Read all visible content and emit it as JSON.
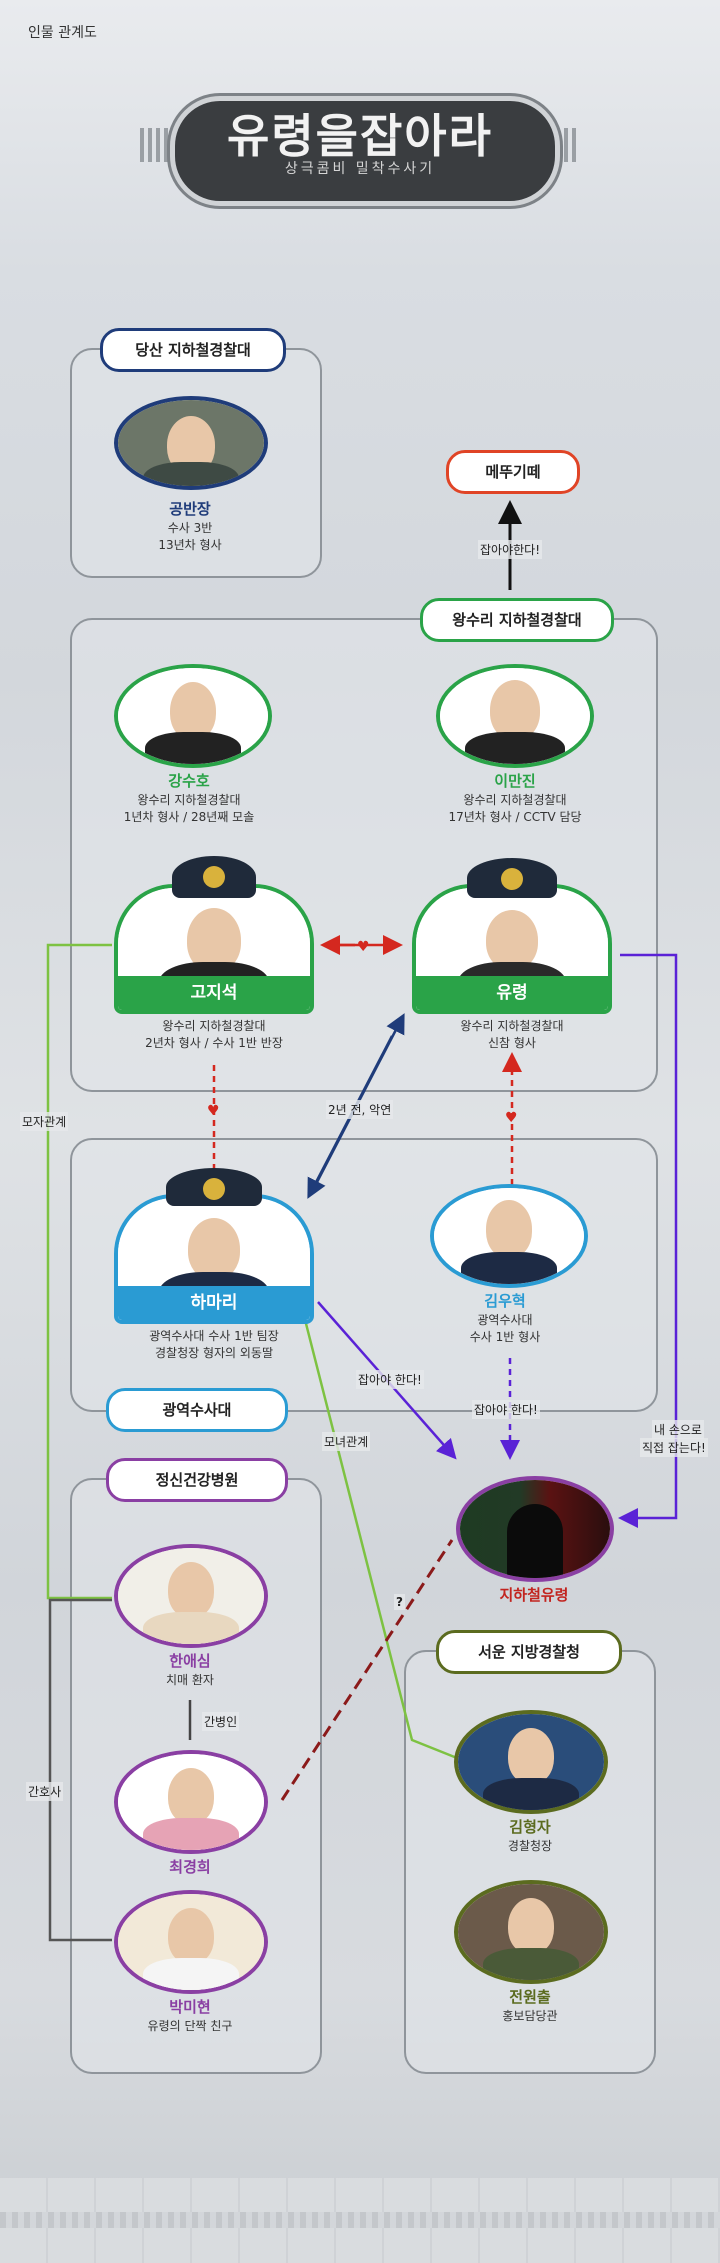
{
  "page_label": "인물 관계도",
  "title": {
    "main": "유령을잡아라",
    "sub": "상극콤비 밀착수사기"
  },
  "groups": {
    "dangsan": "당산 지하철경찰대",
    "wangsuri": "왕수리 지하철경찰대",
    "gwangyeok": "광역수사대",
    "hospital": "정신건강병원",
    "seoun": "서운 지방경찰청",
    "metugi": "메뚜기떼"
  },
  "characters": {
    "gong": {
      "name": "공반장",
      "desc1": "수사 3반",
      "desc2": "13년차 형사"
    },
    "kang": {
      "name": "강수호",
      "desc1": "왕수리 지하철경찰대",
      "desc2": "1년차 형사 / 28년째 모솔"
    },
    "lee": {
      "name": "이만진",
      "desc1": "왕수리 지하철경찰대",
      "desc2": "17년차 형사 / CCTV 담당"
    },
    "go": {
      "name": "고지석",
      "desc1": "왕수리 지하철경찰대",
      "desc2": "2년차 형사 / 수사 1반 반장"
    },
    "yu": {
      "name": "유령",
      "desc1": "왕수리 지하철경찰대",
      "desc2": "신참 형사"
    },
    "ha": {
      "name": "하마리",
      "desc1": "광역수사대 수사 1반 팀장",
      "desc2": "경찰청장 형자의 외동딸"
    },
    "kimw": {
      "name": "김우혁",
      "desc1": "광역수사대",
      "desc2": "수사 1반 형사"
    },
    "ghost": {
      "name": "지하철유령"
    },
    "han": {
      "name": "한애심",
      "desc1": "치매 환자"
    },
    "choi": {
      "name": "최경희"
    },
    "park": {
      "name": "박미현",
      "desc1": "유령의 단짝 친구"
    },
    "kimh": {
      "name": "김형자",
      "desc1": "경찰청장"
    },
    "jeon": {
      "name": "전원출",
      "desc1": "홍보담당관"
    }
  },
  "relations": {
    "catch1": "잡아야한다!",
    "ago": "2년 전, 악연",
    "catch2": "잡아야 한다!",
    "catch3": "잡아야 한다!",
    "mine1": "내 손으로",
    "mine2": "직접 잡는다!",
    "mother_son": "모자관계",
    "mother_daughter": "모녀관계",
    "caregiver": "간병인",
    "nurse": "간호사",
    "question": "?"
  },
  "colors": {
    "green": "#2aa348",
    "blue": "#2a9bd3",
    "purple": "#8a3fa3",
    "navy": "#1f3c7a",
    "red": "#d4281f",
    "violet": "#5a22d6"
  }
}
